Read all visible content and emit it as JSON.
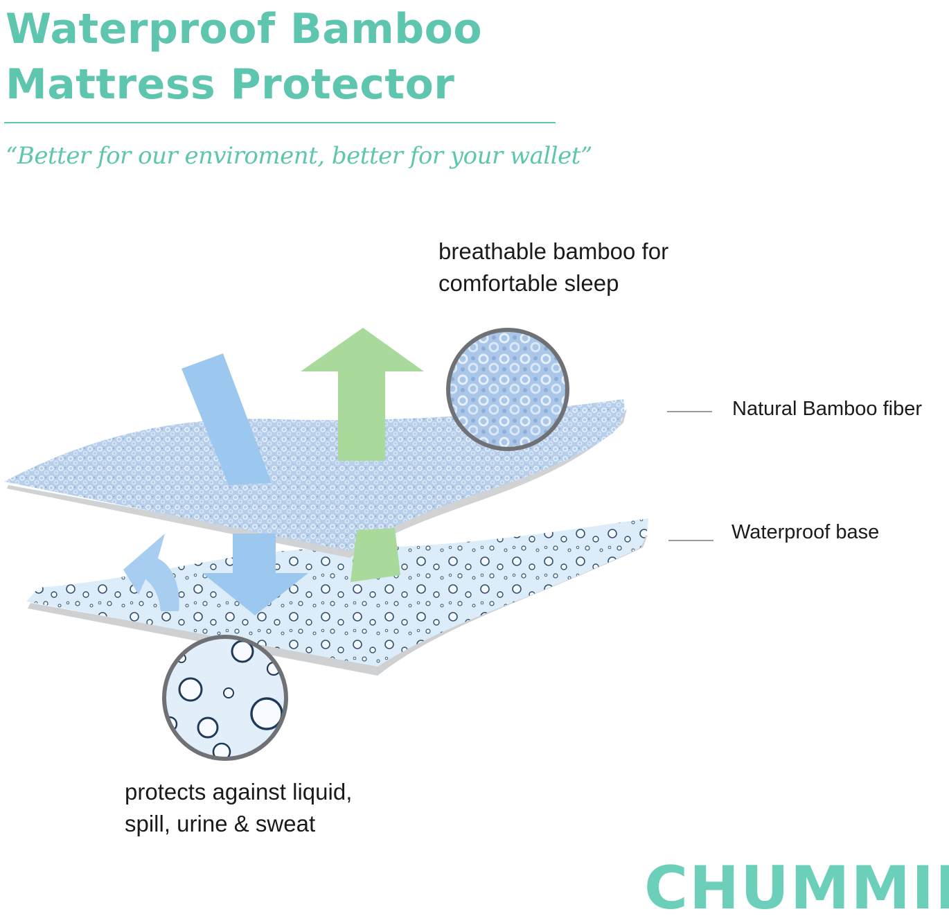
{
  "title": {
    "line1": "Waterproof Bamboo",
    "line2": "Mattress Protector"
  },
  "tagline": "“Better for our enviroment, better for your wallet”",
  "callouts": {
    "breathable": {
      "line1": "breathable bamboo for",
      "line2": "comfortable sleep"
    },
    "protects": {
      "line1": "protects against liquid,",
      "line2": "spill, urine & sweat"
    }
  },
  "layers": {
    "top": "Natural Bamboo fiber",
    "bottom": "Waterproof base"
  },
  "brand": "CHUMMIE",
  "icons": [
    "arrow-down-blue-icon",
    "arrow-up-green-icon",
    "arrow-curved-blue-icon",
    "fabric-magnifier-icon",
    "droplet-magnifier-icon"
  ],
  "colors": {
    "accent": "#5ec5ae",
    "blue_arrow": "#9cc8ee",
    "green_arrow": "#a8d99a",
    "fabric": "#b9d0ea",
    "base": "#dcecf8"
  }
}
